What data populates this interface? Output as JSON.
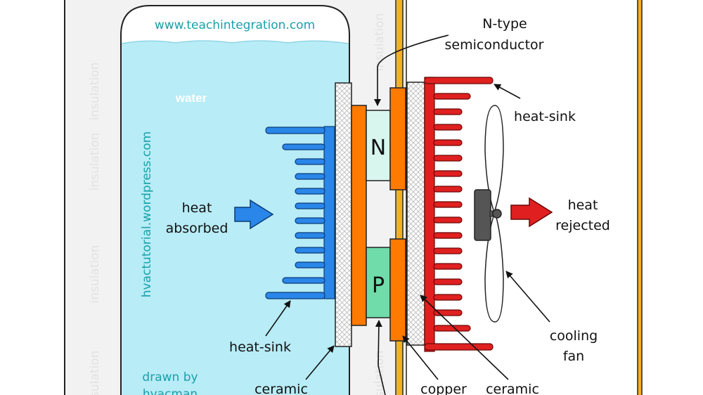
{
  "watermark_url": "www.teachintegration.com",
  "watermark_side": "hvactutorial.wordpress.com",
  "water_label": "water",
  "drawn_by": "drawn by",
  "drawn_by_name": "hvacman",
  "insulation_label": "insulation",
  "n_semiconductor_label": [
    "N-type",
    "semiconductor"
  ],
  "n_letter": "N",
  "p_letter": "P",
  "heat_sink_label": "heat-sink",
  "heat_absorbed_label": [
    "heat",
    "absorbed"
  ],
  "heat_rejected_label": [
    "heat",
    "rejected"
  ],
  "cooling_fan_label": [
    "cooling",
    "fan"
  ],
  "ceramic_label": "ceramic",
  "copper_label": "copper",
  "colors": {
    "water": "#b8ecf6",
    "insulation": "#f2f2f2",
    "cold_heat_sink": "#2a86e8",
    "hot_heat_sink": "#e02020",
    "copper": "#ff7a00",
    "n_type": "#d8f6ee",
    "p_type": "#6fdcaa",
    "case_edge": "#f5b020",
    "fan_hub": "#555555"
  }
}
